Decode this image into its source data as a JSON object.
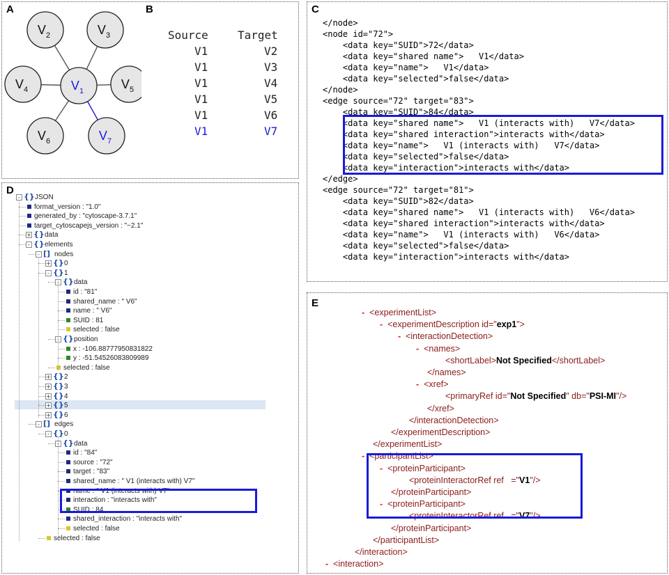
{
  "panels": {
    "A": {
      "label": "A"
    },
    "B": {
      "label": "B"
    },
    "C": {
      "label": "C"
    },
    "D": {
      "label": "D"
    },
    "E": {
      "label": "E"
    }
  },
  "graph": {
    "center": {
      "base": "V",
      "sub": "1"
    },
    "nodes": [
      {
        "base": "V",
        "sub": "2",
        "highlight": false
      },
      {
        "base": "V",
        "sub": "3",
        "highlight": false
      },
      {
        "base": "V",
        "sub": "4",
        "highlight": false
      },
      {
        "base": "V",
        "sub": "5",
        "highlight": false
      },
      {
        "base": "V",
        "sub": "6",
        "highlight": false
      },
      {
        "base": "V",
        "sub": "7",
        "highlight": true
      }
    ],
    "colors": {
      "node_fill": "#e6e6e6",
      "edge": "#555555",
      "highlight": "#1a1adb"
    }
  },
  "edge_table": {
    "headers": [
      "Source",
      "Target"
    ],
    "rows": [
      {
        "source": "V1",
        "target": "V2",
        "highlight": false
      },
      {
        "source": "V1",
        "target": "V3",
        "highlight": false
      },
      {
        "source": "V1",
        "target": "V4",
        "highlight": false
      },
      {
        "source": "V1",
        "target": "V5",
        "highlight": false
      },
      {
        "source": "V1",
        "target": "V6",
        "highlight": false
      },
      {
        "source": "V1",
        "target": "V7",
        "highlight": true
      }
    ]
  },
  "xgmml_lines": [
    "</node>",
    "<node id=\"72\">",
    "    <data key=\"SUID\">72</data>",
    "    <data key=\"shared name\">   V1</data>",
    "    <data key=\"name\">   V1</data>",
    "    <data key=\"selected\">false</data>",
    "</node>",
    "<edge source=\"72\" target=\"83\">",
    "    <data key=\"SUID\">84</data>",
    "    <data key=\"shared name\">   V1 (interacts with)   V7</data>",
    "    <data key=\"shared interaction\">interacts with</data>",
    "    <data key=\"name\">   V1 (interacts with)   V7</data>",
    "    <data key=\"selected\">false</data>",
    "    <data key=\"interaction\">interacts with</data>",
    "</edge>",
    "<edge source=\"72\" target=\"81\">",
    "    <data key=\"SUID\">82</data>",
    "    <data key=\"shared name\">   V1 (interacts with)   V6</data>",
    "    <data key=\"shared interaction\">interacts with</data>",
    "    <data key=\"name\">   V1 (interacts with)   V6</data>",
    "    <data key=\"selected\">false</data>",
    "    <data key=\"interaction\">interacts with</data>"
  ],
  "json_tree": [
    {
      "depth": 0,
      "kind": "obj",
      "pm": "-",
      "text": "JSON"
    },
    {
      "depth": 1,
      "kind": "leaf",
      "color": "#1f2a80",
      "text": "format_version : \"1.0\""
    },
    {
      "depth": 1,
      "kind": "leaf",
      "color": "#1f2a80",
      "text": "generated_by : \"cytoscape-3.7.1\""
    },
    {
      "depth": 1,
      "kind": "leaf",
      "color": "#1f2a80",
      "text": "target_cytoscapejs_version : \"~2.1\""
    },
    {
      "depth": 1,
      "kind": "obj",
      "pm": "+",
      "text": "data"
    },
    {
      "depth": 1,
      "kind": "obj",
      "pm": "-",
      "text": "elements"
    },
    {
      "depth": 2,
      "kind": "arr",
      "pm": "-",
      "text": "nodes"
    },
    {
      "depth": 3,
      "kind": "obj",
      "pm": "+",
      "text": "0"
    },
    {
      "depth": 3,
      "kind": "obj",
      "pm": "-",
      "text": "1"
    },
    {
      "depth": 4,
      "kind": "obj",
      "pm": "-",
      "text": "data"
    },
    {
      "depth": 5,
      "kind": "leaf",
      "color": "#1f2a80",
      "text": "id : \"81\""
    },
    {
      "depth": 5,
      "kind": "leaf",
      "color": "#1f2a80",
      "text": "shared_name : \" V6\""
    },
    {
      "depth": 5,
      "kind": "leaf",
      "color": "#1f2a80",
      "text": "name : \" V6\""
    },
    {
      "depth": 5,
      "kind": "leaf",
      "color": "#2a8a2a",
      "text": "SUID : 81"
    },
    {
      "depth": 5,
      "kind": "leaf",
      "color": "#d8c82a",
      "text": "selected : false"
    },
    {
      "depth": 4,
      "kind": "obj",
      "pm": "-",
      "text": "position"
    },
    {
      "depth": 5,
      "kind": "leaf",
      "color": "#2a8a2a",
      "text": "x : -106.88777950831822"
    },
    {
      "depth": 5,
      "kind": "leaf",
      "color": "#2a8a2a",
      "text": "y : -51.54526083809989"
    },
    {
      "depth": 4,
      "kind": "leaf",
      "color": "#d8c82a",
      "text": "selected : false"
    },
    {
      "depth": 3,
      "kind": "obj",
      "pm": "+",
      "text": "2"
    },
    {
      "depth": 3,
      "kind": "obj",
      "pm": "+",
      "text": "3"
    },
    {
      "depth": 3,
      "kind": "obj",
      "pm": "+",
      "text": "4"
    },
    {
      "depth": 3,
      "kind": "obj",
      "pm": "+",
      "text": "5",
      "selected": true
    },
    {
      "depth": 3,
      "kind": "obj",
      "pm": "+",
      "text": "6"
    },
    {
      "depth": 2,
      "kind": "arr",
      "pm": "-",
      "text": "edges"
    },
    {
      "depth": 3,
      "kind": "obj",
      "pm": "-",
      "text": "0"
    },
    {
      "depth": 4,
      "kind": "obj",
      "pm": "-",
      "text": "data"
    },
    {
      "depth": 5,
      "kind": "leaf",
      "color": "#1f2a80",
      "text": "id : \"84\""
    },
    {
      "depth": 5,
      "kind": "leaf",
      "color": "#1f2a80",
      "text": "source : \"72\""
    },
    {
      "depth": 5,
      "kind": "leaf",
      "color": "#1f2a80",
      "text": "target : \"83\""
    },
    {
      "depth": 5,
      "kind": "leaf",
      "color": "#1f2a80",
      "text": "shared_name : \" V1 (interacts with) V7\""
    },
    {
      "depth": 5,
      "kind": "leaf",
      "color": "#1f2a80",
      "text": "name : \" V1 (interacts with) V7\""
    },
    {
      "depth": 5,
      "kind": "leaf",
      "color": "#1f2a80",
      "text": "interaction : \"interacts with\""
    },
    {
      "depth": 5,
      "kind": "leaf",
      "color": "#2a8a2a",
      "text": "SUID : 84"
    },
    {
      "depth": 5,
      "kind": "leaf",
      "color": "#1f2a80",
      "text": "shared_interaction : \"interacts with\""
    },
    {
      "depth": 5,
      "kind": "leaf",
      "color": "#d8c82a",
      "text": "selected : false"
    },
    {
      "depth": 3,
      "kind": "leaf",
      "color": "#d8c82a",
      "text": "selected : false"
    }
  ],
  "psimi_lines": [
    {
      "indent": 0,
      "dash": "-",
      "parts": [
        [
          "tag",
          "<experimentList>"
        ]
      ]
    },
    {
      "indent": 1,
      "dash": "-",
      "parts": [
        [
          "tag",
          "<experimentDescription "
        ],
        [
          "attr",
          "id=\""
        ],
        [
          "val",
          "exp1"
        ],
        [
          "attr",
          "\">"
        ]
      ]
    },
    {
      "indent": 2,
      "dash": "-",
      "parts": [
        [
          "tag",
          "<interactionDetection>"
        ]
      ]
    },
    {
      "indent": 3,
      "dash": "-",
      "parts": [
        [
          "tag",
          "<names>"
        ]
      ]
    },
    {
      "indent": 4,
      "dash": "",
      "parts": [
        [
          "tag",
          "<shortLabel>"
        ],
        [
          "text",
          "Not Specified"
        ],
        [
          "tag",
          "</shortLabel>"
        ]
      ]
    },
    {
      "indent": 3,
      "dash": "",
      "parts": [
        [
          "tag",
          "</names>"
        ]
      ]
    },
    {
      "indent": 3,
      "dash": "-",
      "parts": [
        [
          "tag",
          "<xref>"
        ]
      ]
    },
    {
      "indent": 4,
      "dash": "",
      "parts": [
        [
          "tag",
          "<primaryRef "
        ],
        [
          "attr",
          "id=\""
        ],
        [
          "val",
          "Not Specified"
        ],
        [
          "attr",
          "\" db=\""
        ],
        [
          "val",
          "PSI-MI"
        ],
        [
          "attr",
          "\"/>"
        ]
      ]
    },
    {
      "indent": 3,
      "dash": "",
      "parts": [
        [
          "tag",
          "</xref>"
        ]
      ]
    },
    {
      "indent": 2,
      "dash": "",
      "parts": [
        [
          "tag",
          "</interactionDetection>"
        ]
      ]
    },
    {
      "indent": 1,
      "dash": "",
      "parts": [
        [
          "tag",
          "</experimentDescription>"
        ]
      ]
    },
    {
      "indent": 0,
      "dash": "",
      "parts": [
        [
          "tag",
          "</experimentList>"
        ]
      ]
    },
    {
      "indent": 0,
      "dash": "-",
      "parts": [
        [
          "tag",
          "<participantList>"
        ]
      ]
    },
    {
      "indent": 1,
      "dash": "-",
      "parts": [
        [
          "tag",
          "<proteinParticipant>"
        ]
      ]
    },
    {
      "indent": 2,
      "dash": "",
      "parts": [
        [
          "tag",
          "<proteinInteractorRef "
        ],
        [
          "attr",
          "ref   =\""
        ],
        [
          "val",
          "V1"
        ],
        [
          "attr",
          "\"/>"
        ]
      ]
    },
    {
      "indent": 1,
      "dash": "",
      "parts": [
        [
          "tag",
          "</proteinParticipant>"
        ]
      ]
    },
    {
      "indent": 1,
      "dash": "-",
      "parts": [
        [
          "tag",
          "<proteinParticipant>"
        ]
      ]
    },
    {
      "indent": 2,
      "dash": "",
      "parts": [
        [
          "tag",
          "<proteinInteractorRef "
        ],
        [
          "attr",
          "ref   =\""
        ],
        [
          "val",
          "V7"
        ],
        [
          "attr",
          "\"/>"
        ]
      ]
    },
    {
      "indent": 1,
      "dash": "",
      "parts": [
        [
          "tag",
          "</proteinParticipant>"
        ]
      ]
    },
    {
      "indent": 0,
      "dash": "",
      "parts": [
        [
          "tag",
          "</participantList>"
        ]
      ]
    },
    {
      "indent": -1,
      "dash": "",
      "parts": [
        [
          "tag",
          "</interaction>"
        ]
      ]
    },
    {
      "indent": -2,
      "dash": "-",
      "parts": [
        [
          "tag",
          "<interaction>"
        ]
      ]
    }
  ]
}
